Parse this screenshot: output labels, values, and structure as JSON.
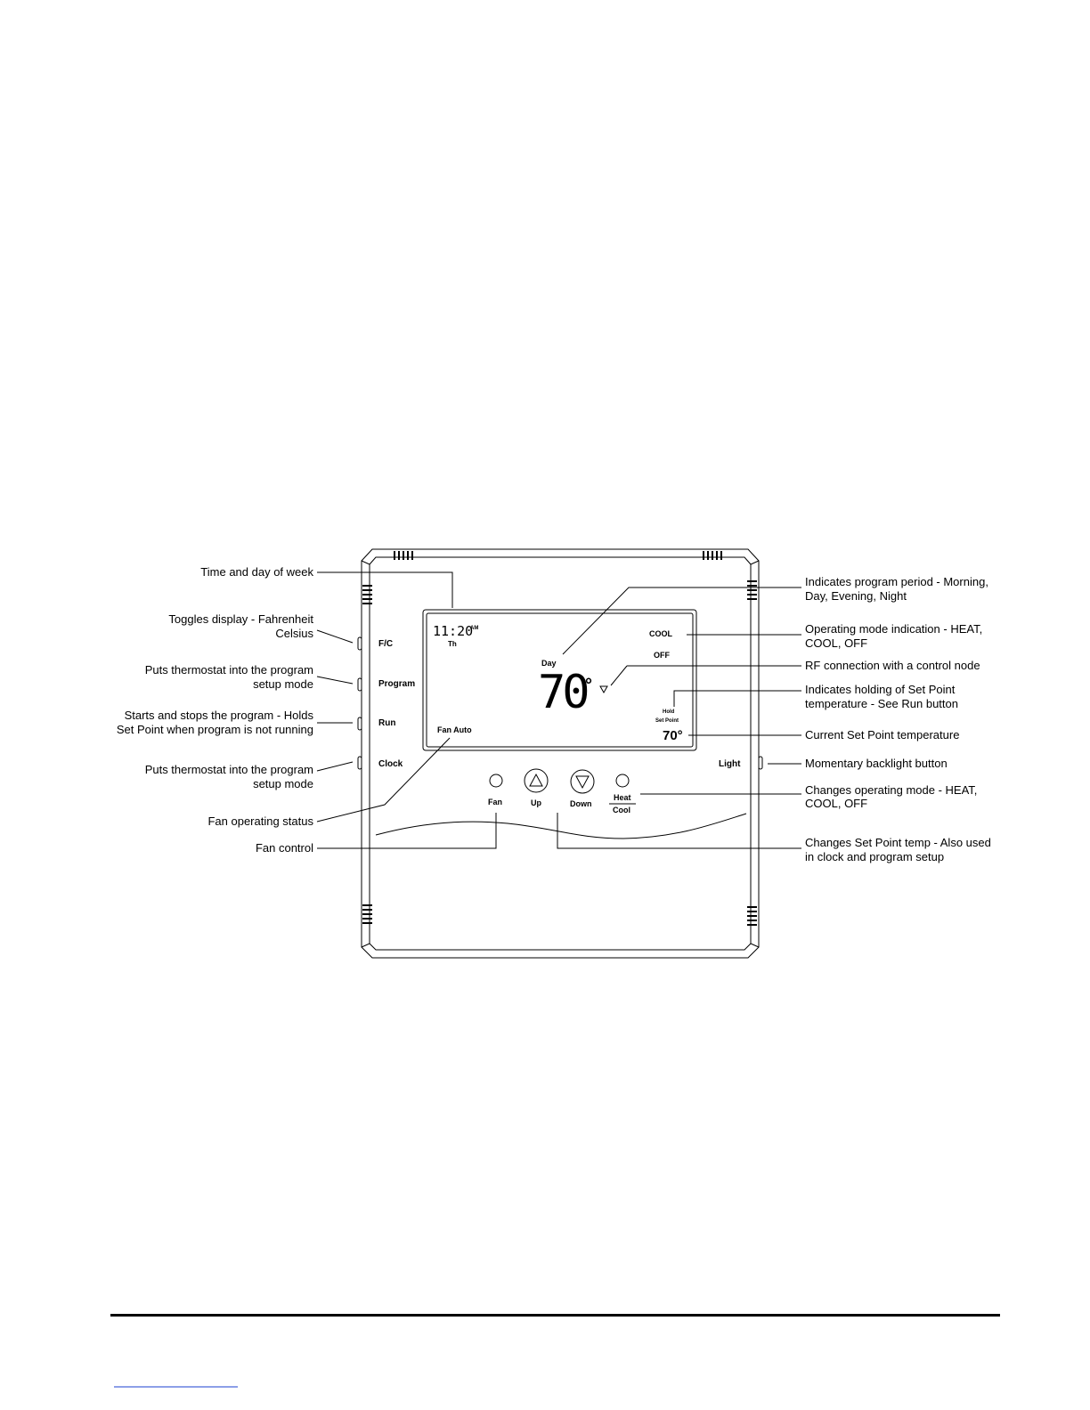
{
  "callouts_left": {
    "time_day": "Time and day of week",
    "fc_1": "Toggles display - Fahrenheit",
    "fc_2": "Celsius",
    "program_1": "Puts thermostat into the program",
    "program_2": "setup mode",
    "run_1": "Starts and stops the program - Holds",
    "run_2": "Set Point when program is not running",
    "clock_1": "Puts thermostat into the program",
    "clock_2": "setup mode",
    "fan_status": "Fan operating status",
    "fan_control": "Fan control"
  },
  "callouts_right": {
    "period_1": "Indicates program period - Morning,",
    "period_2": "Day, Evening, Night",
    "mode_1": "Operating mode indication - HEAT,",
    "mode_2": "COOL, OFF",
    "rf": "RF connection with a control node",
    "hold_1": "Indicates holding of Set Point",
    "hold_2": "temperature - See Run button",
    "setpoint": "Current Set Point temperature",
    "backlight": "Momentary backlight button",
    "change_mode_1": "Changes operating mode - HEAT,",
    "change_mode_2": "COOL, OFF",
    "change_sp_1": "Changes Set Point temp - Also used",
    "change_sp_2": "in clock and program setup"
  },
  "device": {
    "side_buttons": [
      "F/C",
      "Program",
      "Run",
      "Clock"
    ],
    "light_label": "Light",
    "display": {
      "time": "11:20",
      "ampm": "AM",
      "day": "Th",
      "mode_cool": "COOL",
      "mode_off": "OFF",
      "period": "Day",
      "temperature": "70",
      "degree": "°",
      "hold": "Hold",
      "set_point_label": "Set Point",
      "set_point_value": "70°",
      "fan_status": "Fan Auto"
    },
    "front_buttons": {
      "fan": "Fan",
      "up": "Up",
      "down": "Down",
      "heat": "Heat",
      "cool": "Cool"
    }
  }
}
